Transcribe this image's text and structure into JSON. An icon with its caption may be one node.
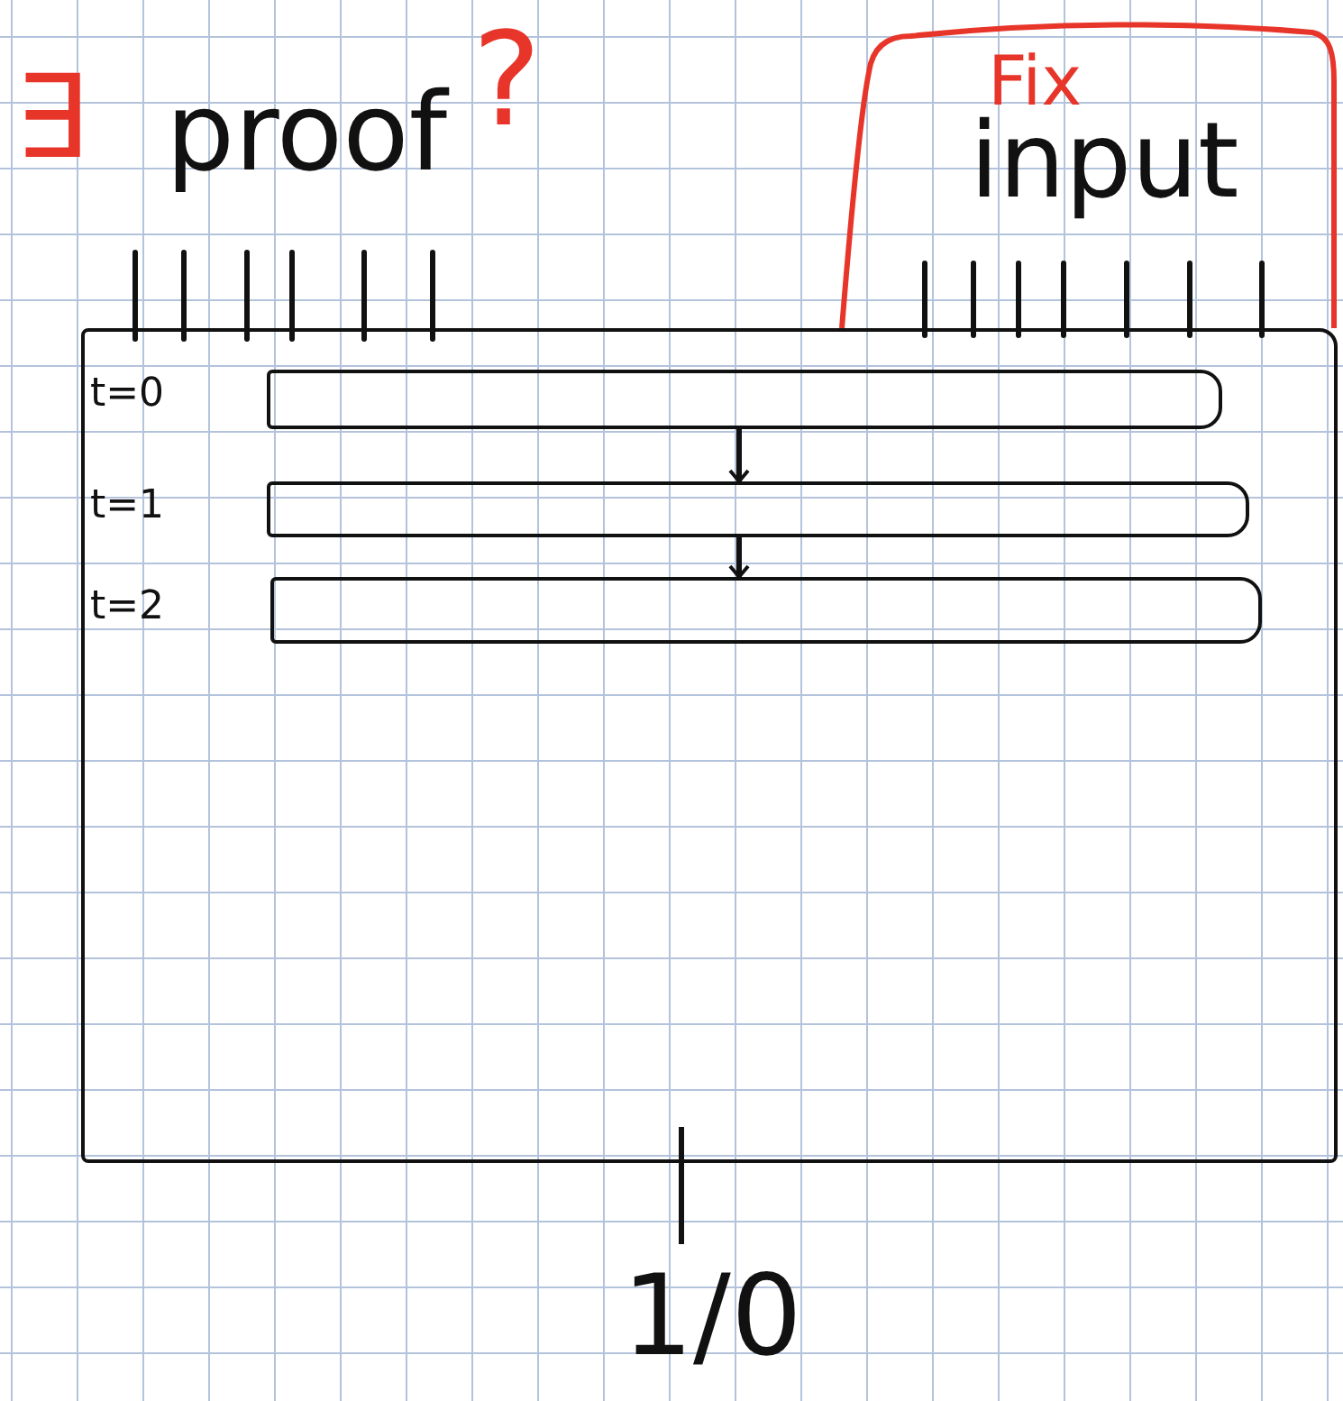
{
  "diagram": {
    "nodes": [
      {
        "text": [],
        "shape": "box"
      },
      {
        "text": [],
        "shape": "bar",
        "in": 0,
        "beside": [
          "t=0"
        ]
      },
      {
        "text": [],
        "shape": "bar",
        "in": 0,
        "beside": [
          "t=1"
        ]
      },
      {
        "text": [],
        "shape": "bar",
        "in": 0,
        "beside": [
          "t=2"
        ]
      },
      {
        "text": [
          "1/0"
        ]
      }
    ],
    "edges": [
      {
        "from": 1,
        "to": 2,
        "arrow": "to"
      },
      {
        "from": 2,
        "to": 3,
        "arrow": "to"
      },
      {
        "from": 0,
        "to": 4,
        "arrow": "none"
      }
    ],
    "labels": [
      "∃",
      "proof",
      "?",
      "Fix",
      "input"
    ]
  }
}
